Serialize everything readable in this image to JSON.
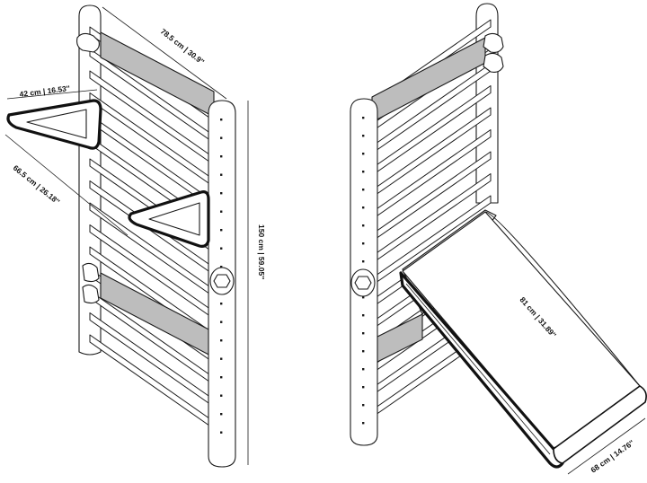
{
  "dimensions": {
    "ladder_width": "78.5 cm | 30.9''",
    "bar_depth": "42 cm | 16.53''",
    "bar_length": "66.5 cm | 26.18''",
    "height": "150 cm | 59.05''",
    "slide_length": "81 cm | 31.89''",
    "slide_width": "68 cm | 14.76''"
  },
  "colors": {
    "line": "#1a1a1a",
    "shade": "#bdbdbd",
    "thick": "#111111",
    "background": "#ffffff"
  }
}
